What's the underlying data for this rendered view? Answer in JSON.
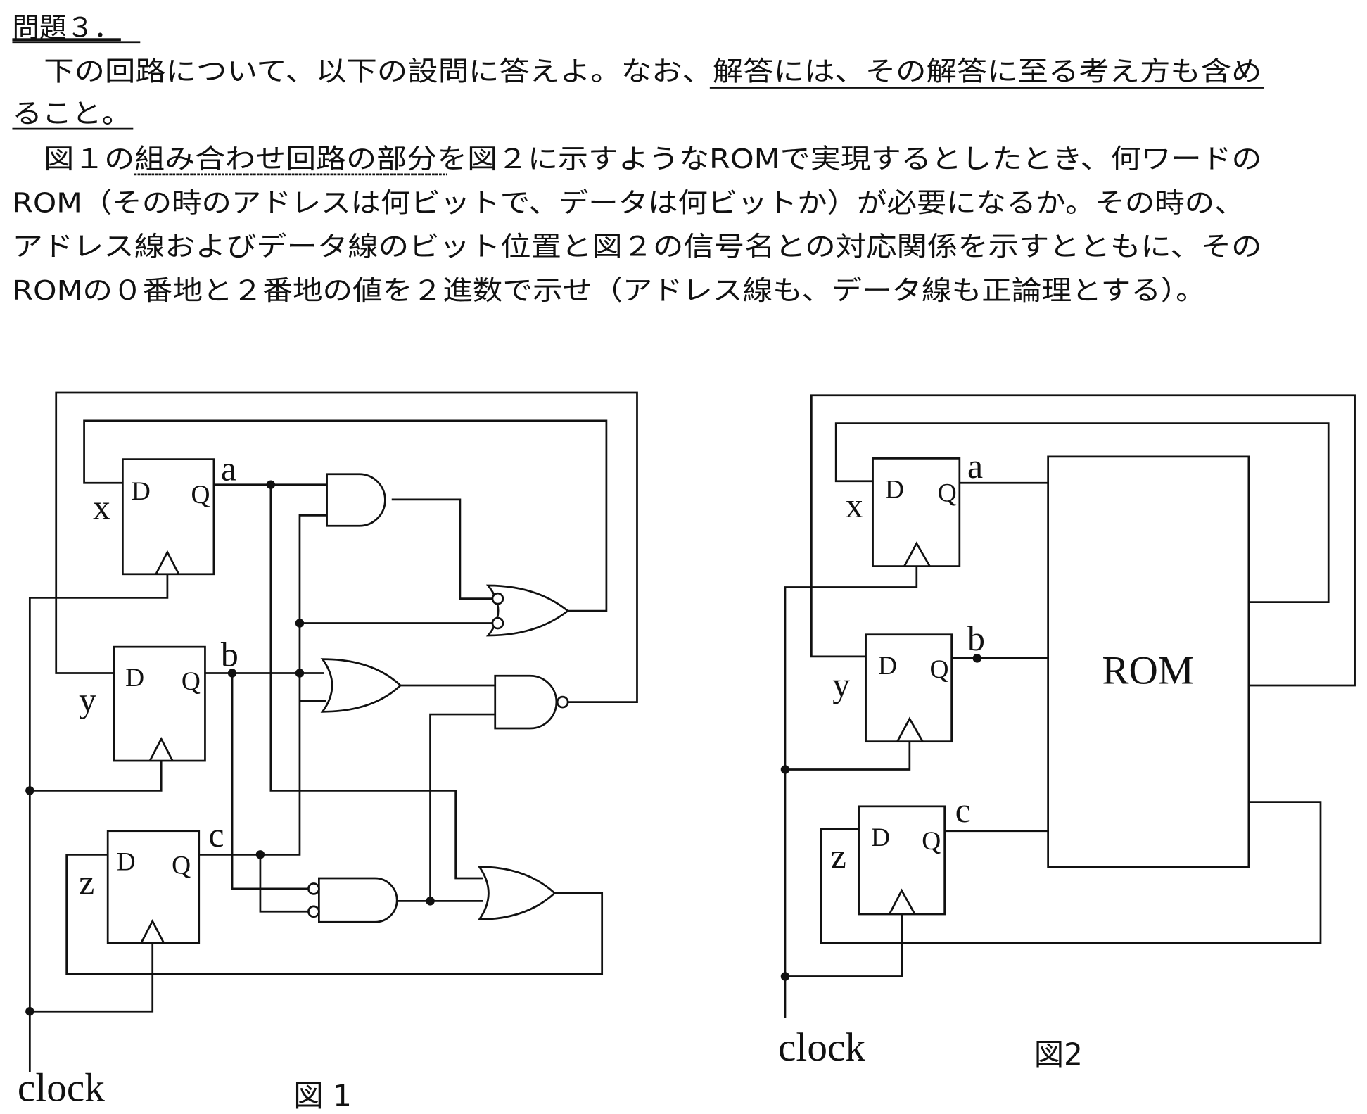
{
  "problem": {
    "title": "問題３．",
    "line1_plain": "下の回路について、以下の設問に答えよ。なお、",
    "line1_underlined": "解答には、その解答に至る考え方も含め",
    "line2_underlined": "ること。",
    "line3_a": "図１の",
    "line3_underlined": "組み合わせ回路の部分",
    "line3_b": "を図２に示すようなROMで実現するとしたとき、何ワードの",
    "line4": "ROM（その時のアドレスは何ビットで、データは何ビットか）が必要になるか。その時の、",
    "line5": "アドレス線およびデータ線のビット位置と図２の信号名との対応関係を示すとともに、その",
    "line6": "ROMの０番地と２番地の値を２進数で示せ（アドレス線も、データ線も正論理とする）。"
  },
  "figure1": {
    "caption": "図 1",
    "clock_label": "clock",
    "flipflops": [
      {
        "input": "x",
        "output": "a",
        "d": "D",
        "q": "Q"
      },
      {
        "input": "y",
        "output": "b",
        "d": "D",
        "q": "Q"
      },
      {
        "input": "z",
        "output": "c",
        "d": "D",
        "q": "Q"
      }
    ]
  },
  "figure2": {
    "caption": "図2",
    "clock_label": "clock",
    "rom_label": "ROM",
    "flipflops": [
      {
        "input": "x",
        "output": "a",
        "d": "D",
        "q": "Q"
      },
      {
        "input": "y",
        "output": "b",
        "d": "D",
        "q": "Q"
      },
      {
        "input": "z",
        "output": "c",
        "d": "D",
        "q": "Q"
      }
    ]
  }
}
